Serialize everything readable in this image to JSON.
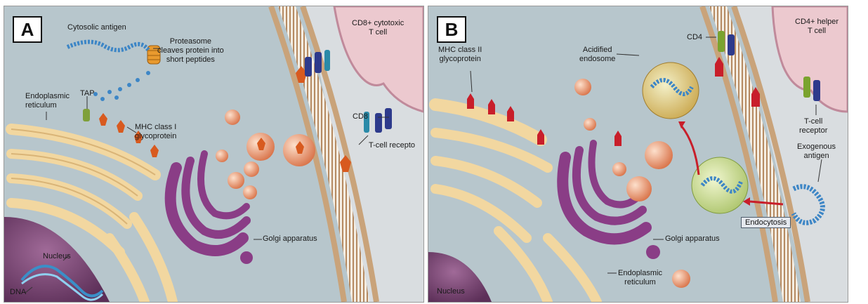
{
  "panel_a": {
    "letter": "A",
    "labels": {
      "cytosolic_antigen": "Cytosolic antigen",
      "proteasome": "Proteasome\ncleaves protein into\nshort peptides",
      "cd8_t_cell": "CD8+ cytotoxic\nT cell",
      "tap": "TAP",
      "er": "Endoplasmic\nreticulum",
      "mhc1": "MHC class I\nglycoprotein",
      "cd8": "CD8",
      "tcr": "T-cell recepto",
      "golgi": "Golgi apparatus",
      "nucleus": "Nucleus",
      "dna": "DNA"
    }
  },
  "panel_b": {
    "letter": "B",
    "labels": {
      "mhc2": "MHC class II\nglycoprotein",
      "acidified_endosome": "Acidified\nendosome",
      "cd4": "CD4",
      "cd4_t_cell": "CD4+ helper\nT cell",
      "tcr": "T-cell\nreceptor",
      "exogenous_antigen": "Exogenous\nantigen",
      "endocytosis": "Endocytosis",
      "golgi": "Golgi apparatus",
      "er": "Endoplasmic\nreticulum",
      "nucleus": "Nucleus"
    }
  },
  "colors": {
    "cytoplasm": "#b7c6cc",
    "membrane": "#c9a37a",
    "er": "#f2d7a0",
    "golgi": "#8a3d86",
    "nucleus": "#7a4775",
    "mhc_class_i": "#d85a1f",
    "mhc_class_ii": "#c81e2a",
    "antigen": "#3d86c6",
    "cd8": "#2a8aa8",
    "tcr": "#2d3a8c",
    "cd4": "#7aa32e",
    "t_cell": "#ecc9cf",
    "vesicle": "#e8956a"
  }
}
